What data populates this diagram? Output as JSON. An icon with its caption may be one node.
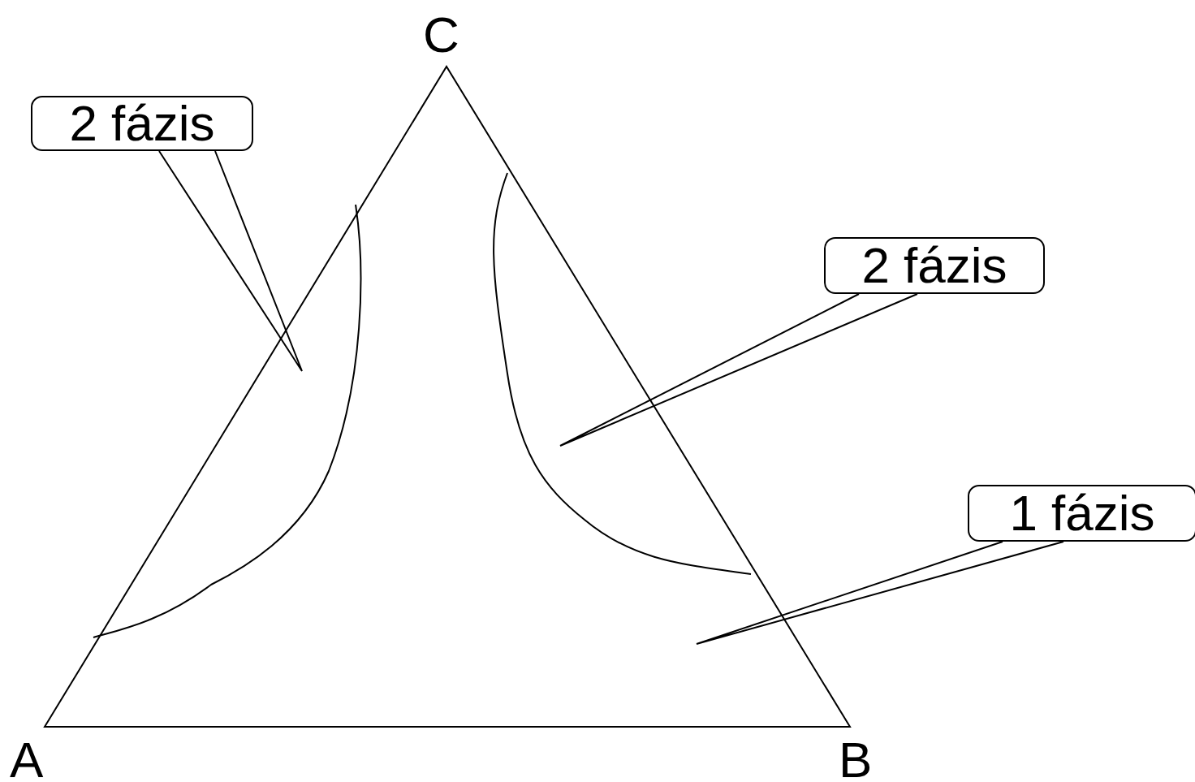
{
  "diagram": {
    "nodes": [
      {
        "text": [
          "2 fázis"
        ]
      },
      {
        "text": [
          "2 fázis"
        ]
      },
      {
        "text": [
          "1 fázis"
        ]
      }
    ],
    "edges": [
      {
        "from": 0,
        "to": null,
        "arrow": "none"
      },
      {
        "from": 1,
        "to": null,
        "arrow": "none"
      },
      {
        "from": 2,
        "to": null,
        "arrow": "none"
      }
    ],
    "labels": [
      "C",
      "A",
      "B"
    ]
  }
}
